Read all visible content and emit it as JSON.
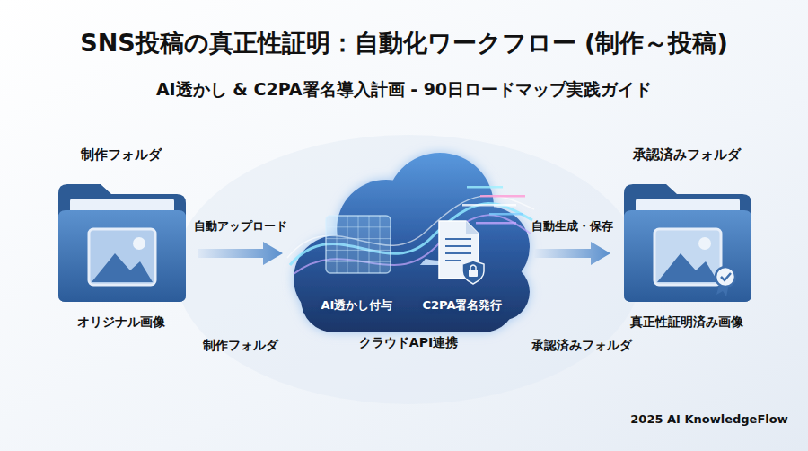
{
  "diagram": {
    "title": "SNS投稿の真正性証明：自動化ワークフロー (制作～投稿)",
    "nodes": [
      {
        "text": [
          "制作フォルダ",
          "オリジナル画像"
        ]
      },
      {
        "text": [
          "クラウドAPI連携"
        ]
      },
      {
        "text": [
          "AI透かし付与"
        ],
        "in": 1
      },
      {
        "text": [
          "C2PA署名発行"
        ],
        "in": 1
      },
      {
        "text": [
          "承認済みフォルダ",
          "真正性証明済み画像"
        ]
      }
    ],
    "edges": [
      {
        "from": 0,
        "to": 1,
        "label": "自動アップロード",
        "arrow": "to"
      },
      {
        "from": 1,
        "to": 4,
        "label": "自動生成・保存",
        "arrow": "to"
      }
    ],
    "labels": [
      "AI透かし & C2PA署名導入計画 - 90日ロードマップ実践ガイド",
      "制作フォルダ",
      "承認済みフォルダ",
      "2025 AI KnowledgeFlow"
    ]
  }
}
